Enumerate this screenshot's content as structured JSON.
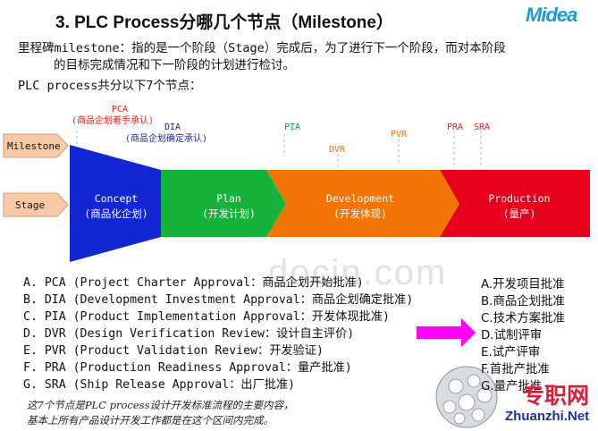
{
  "header": {
    "title": "3. PLC Process分哪几个节点（Milestone）",
    "logo": "Midea"
  },
  "intro": {
    "line1": "里程碑milestone：指的是一个阶段（Stage）完成后，为了进行下一个阶段，而对本阶段",
    "line2": "的目标完成情况和下一阶段的计划进行检讨。",
    "line3": "PLC process共分以下7个节点："
  },
  "diagram": {
    "milestone_label": "Milestone",
    "stage_label": "Stage",
    "pca_code": "PCA",
    "pca_note": "(商品企划着手承认)",
    "dia_code": "DIA",
    "dia_note": "(商品企划确定承认)",
    "pia_code": "PIA",
    "dvr_code": "DVR",
    "pvr_code": "PVR",
    "pra_code": "PRA",
    "sra_code": "SRA",
    "stages": [
      {
        "en": "Concept",
        "cn": "(商品化企划)",
        "color": "#1326d4"
      },
      {
        "en": "Plan",
        "cn": "(开发计划)",
        "color": "#16b23c"
      },
      {
        "en": "Development",
        "cn": "(开发体现)",
        "color": "#f27405"
      },
      {
        "en": "Production",
        "cn": "(量产)",
        "color": "#e6001c"
      }
    ]
  },
  "milestones": [
    "A.  PCA (Project Charter Approval：商品企划开始批准)",
    "B.  DIA (Development Investment Approval：商品企划确定批准)",
    "C.  PIA (Product Implementation Approval：开发体现批准)",
    "D.  DVR (Design Verification Review：设计自主评价)",
    "E.  PVR (Product Validation Review：开发验证)",
    "F.  PRA (Production Readiness Approval：量产批准)",
    "G.  SRA (Ship Release Approval：出厂批准)"
  ],
  "meanings": [
    "A.开发项目批准",
    "B.商品企划批准",
    "C.技术方案批准",
    "D.试制评审",
    "E.试产评审",
    "F.首批产批准",
    "G.量产批准"
  ],
  "footnote": {
    "line1": "这7个节点是PLC process设计开发标准流程的主要内容，",
    "line2": "基本上所有产品设计开发工作都是在这个区间内完成。"
  },
  "watermark": "docin.com",
  "badge": {
    "cn": "专职网",
    "en": "Zhuanzhi.Net"
  },
  "colors": {
    "arrow": "#ff00ff",
    "code_red": "#e02020",
    "code_navy": "#1b2a7a",
    "label_box": "#f8c9a6"
  }
}
